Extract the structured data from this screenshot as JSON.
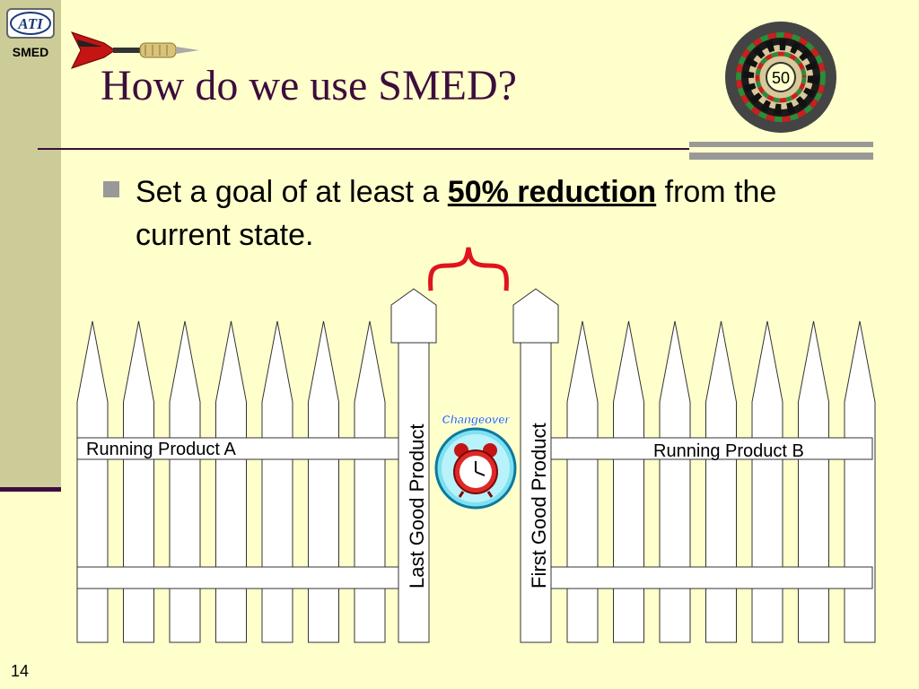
{
  "sidebar": {
    "brand": "SMED",
    "logo_text": "ATI",
    "page_number": "14"
  },
  "title": "How do we use SMED?",
  "dartboard": {
    "badge": "50"
  },
  "bullet": {
    "prefix": "Set a goal of at least a ",
    "emphasis": "50% reduction",
    "suffix": " from the current state."
  },
  "fence": {
    "left_label": "Running Product A",
    "right_label": "Running Product B",
    "left_post_label": "Last Good Product",
    "right_post_label": "First Good Product",
    "clock_label": "Changeover"
  },
  "colors": {
    "background": "#ffffcc",
    "sidebar": "#cccc99",
    "title": "#3d0d3d",
    "brace": "#e0141e"
  }
}
